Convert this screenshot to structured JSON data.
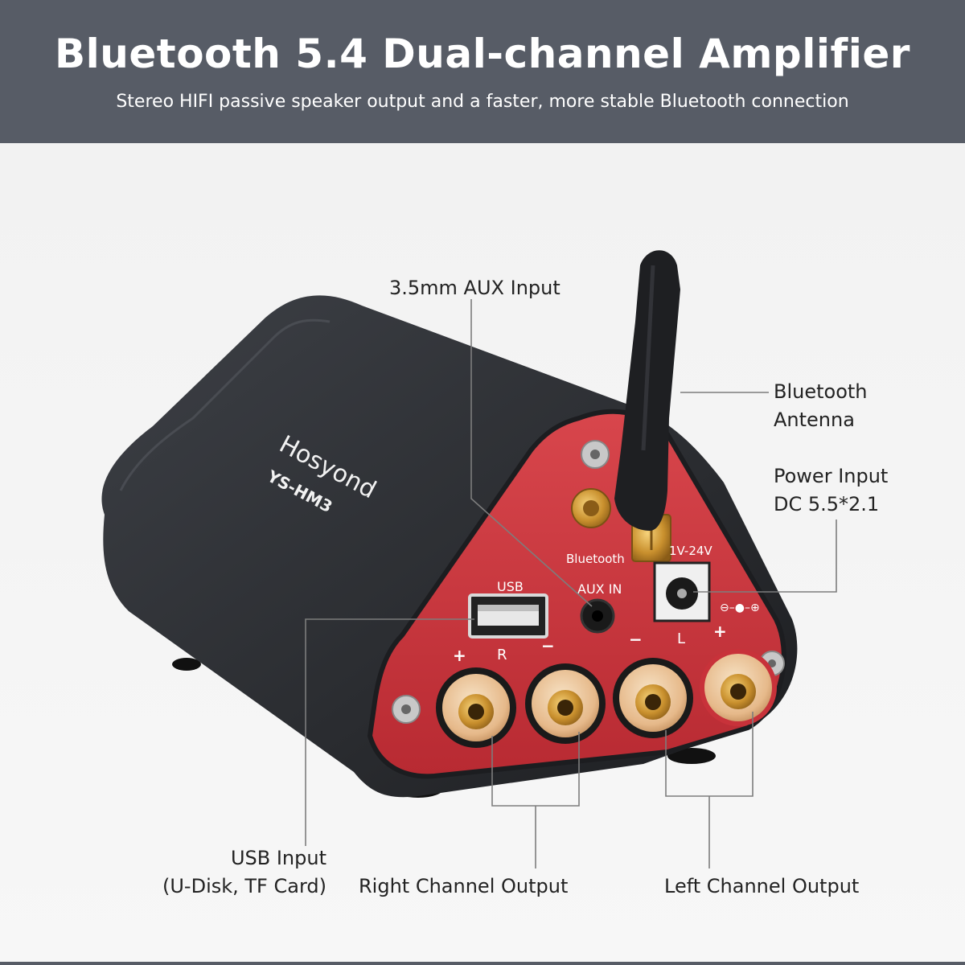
{
  "header": {
    "title": "Bluetooth 5.4 Dual-channel Amplifier",
    "subtitle": "Stereo HIFI passive speaker output and a faster, more stable Bluetooth connection"
  },
  "product": {
    "brand": "Hosyond",
    "model": "YS-HM3",
    "panel": {
      "usb": "USB",
      "aux": "AUX IN",
      "bluetooth": "Bluetooth",
      "voltage": "1V-24V",
      "plus": "+",
      "minus": "−",
      "right": "R",
      "left": "L"
    }
  },
  "callouts": {
    "aux": "3.5mm AUX Input",
    "antenna": [
      "Bluetooth",
      "Antenna"
    ],
    "power": [
      "Power Input",
      "DC 5.5*2.1"
    ],
    "usb": [
      "USB Input",
      "(U-Disk, TF Card)"
    ],
    "right": "Right Channel Output",
    "left": "Left Channel Output"
  },
  "colors": {
    "header": "#575c66",
    "body": "#2d2f33",
    "panel": "#c8323a",
    "gold": "#c9902e"
  }
}
